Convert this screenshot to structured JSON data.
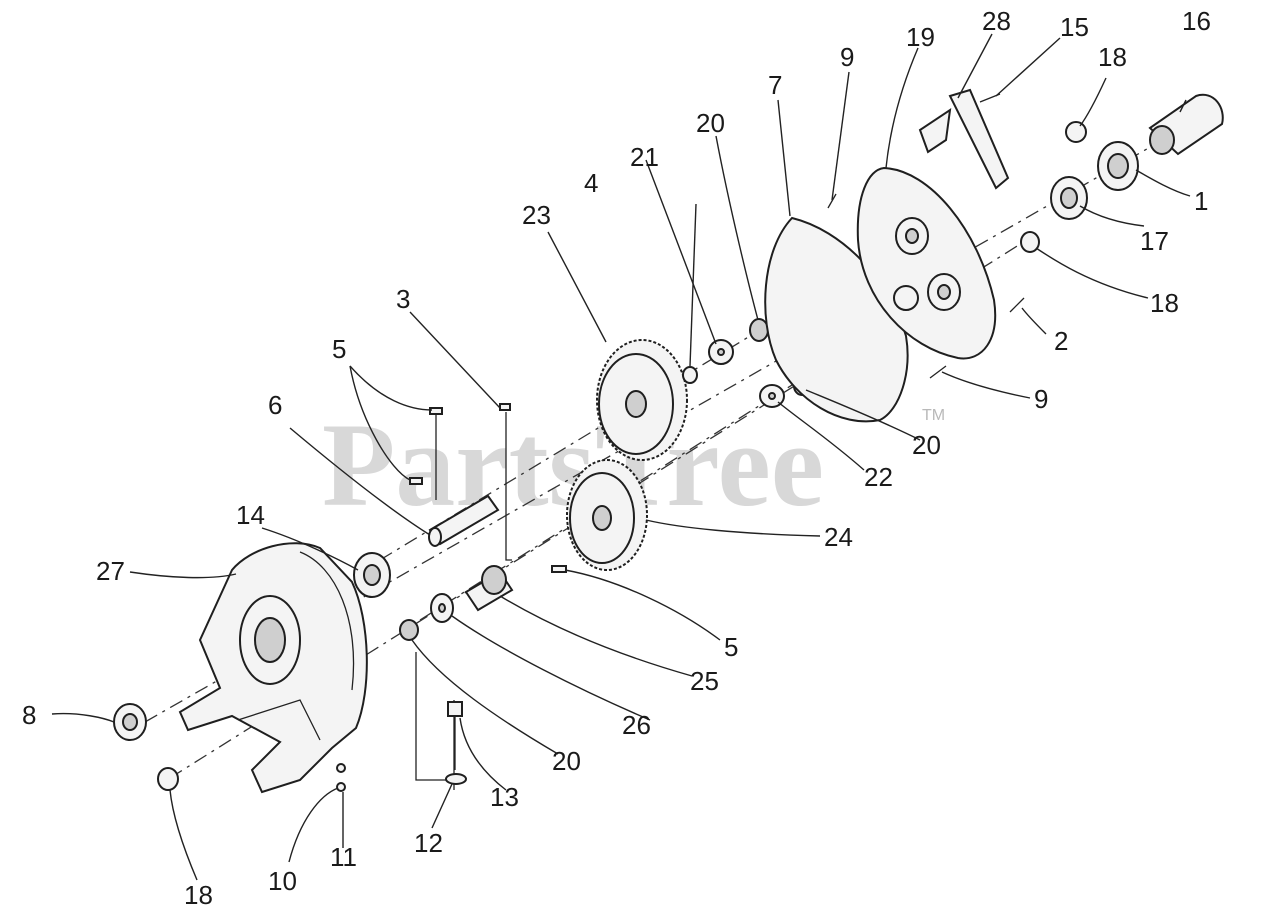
{
  "watermark": {
    "text": "PartsTree",
    "trademark": "TM"
  },
  "callouts": {
    "c1": "1",
    "c2": "2",
    "c3": "3",
    "c4": "4",
    "c5a": "5",
    "c5b": "5",
    "c6": "6",
    "c7": "7",
    "c8": "8",
    "c9a": "9",
    "c9b": "9",
    "c10": "10",
    "c11": "11",
    "c12": "12",
    "c13": "13",
    "c14": "14",
    "c15": "15",
    "c16": "16",
    "c17": "17",
    "c18a": "18",
    "c18b": "18",
    "c18c": "18",
    "c19": "19",
    "c20a": "20",
    "c20b": "20",
    "c20c": "20",
    "c21": "21",
    "c22": "22",
    "c23": "23",
    "c24": "24",
    "c25": "25",
    "c26": "26",
    "c27": "27",
    "c28": "28"
  }
}
